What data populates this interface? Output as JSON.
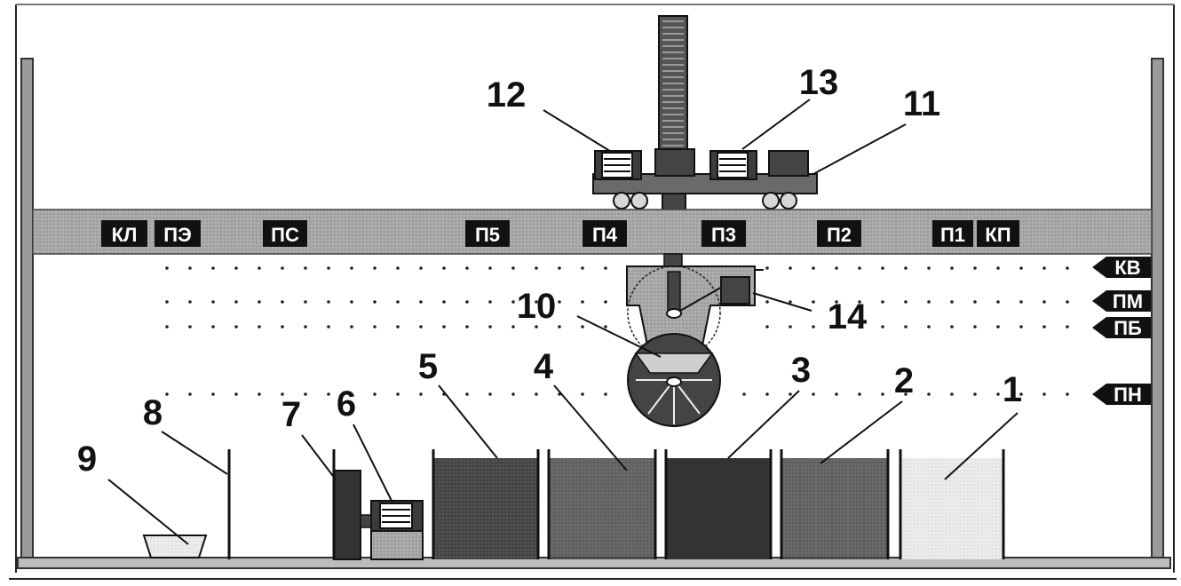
{
  "rail_positions": [
    "КЛ",
    "ПЭ",
    "ПС",
    "П5",
    "П4",
    "П3",
    "П2",
    "П1",
    "КП"
  ],
  "level_markers": [
    "КВ",
    "ПМ",
    "ПБ",
    "ПН"
  ],
  "callouts": [
    "1",
    "2",
    "3",
    "4",
    "5",
    "6",
    "7",
    "8",
    "9",
    "10",
    "11",
    "12",
    "13",
    "14"
  ],
  "colors": {
    "rail": "#a9a9a9",
    "dark_tank": "#2a2a2a",
    "mid_tank": "#555555",
    "light_tank": "#e6e6e6",
    "frame": "#9a9a9a"
  }
}
